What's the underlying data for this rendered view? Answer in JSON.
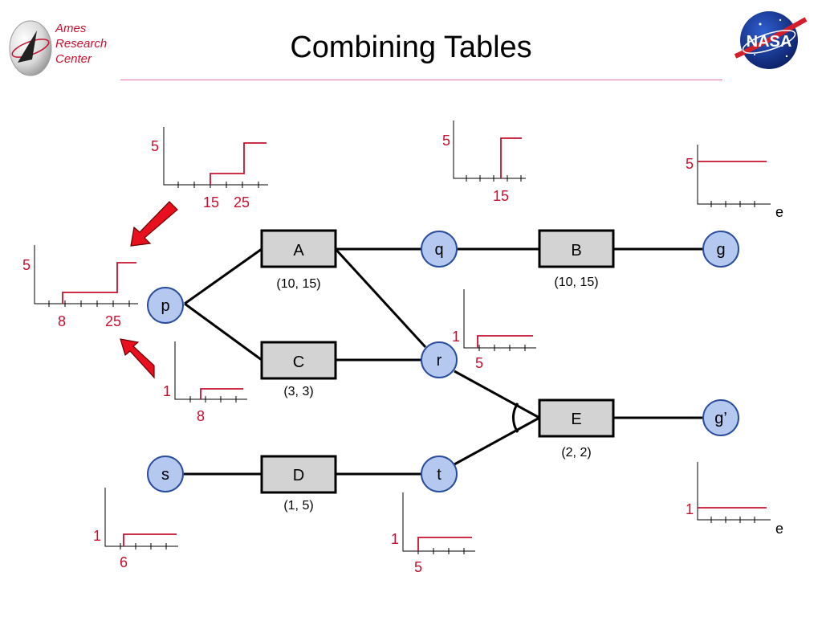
{
  "header": {
    "title": "Combining Tables",
    "ames_lines": [
      "Ames",
      "Research",
      "Center"
    ],
    "nasa_logo_text": "NASA"
  },
  "colors": {
    "accent_red": "#c8102e",
    "node_fill": "#b4c8f0",
    "node_stroke": "#2a4c9c",
    "box_fill": "#d3d3d3",
    "rule": "#e66fb0"
  },
  "nodes": [
    {
      "id": "p",
      "label": "p"
    },
    {
      "id": "q",
      "label": "q"
    },
    {
      "id": "r",
      "label": "r"
    },
    {
      "id": "s",
      "label": "s"
    },
    {
      "id": "t",
      "label": "t"
    },
    {
      "id": "g",
      "label": "g"
    },
    {
      "id": "g2",
      "label": "g’"
    }
  ],
  "actions": [
    {
      "id": "A",
      "label": "A",
      "params": "(10, 15)"
    },
    {
      "id": "B",
      "label": "B",
      "params": "(10, 15)"
    },
    {
      "id": "C",
      "label": "C",
      "params": "(3, 3)"
    },
    {
      "id": "D",
      "label": "D",
      "params": "(1, 5)"
    },
    {
      "id": "E",
      "label": "E",
      "params": "(2, 2)"
    }
  ],
  "edges": [
    [
      "p",
      "A"
    ],
    [
      "p",
      "C"
    ],
    [
      "A",
      "q"
    ],
    [
      "A",
      "r"
    ],
    [
      "q",
      "B"
    ],
    [
      "B",
      "g"
    ],
    [
      "C",
      "r"
    ],
    [
      "s",
      "D"
    ],
    [
      "D",
      "t"
    ],
    [
      "r",
      "E"
    ],
    [
      "t",
      "E"
    ],
    [
      "E",
      "g2"
    ]
  ],
  "tables": {
    "top_left": {
      "y_label": "5",
      "x_labels": [
        "15",
        "25"
      ]
    },
    "left": {
      "y_label": "5",
      "x_labels": [
        "8",
        "25"
      ]
    },
    "top_mid": {
      "y_label": "5",
      "x_labels": [
        "15"
      ]
    },
    "top_right": {
      "y_label": "5",
      "x_labels": [],
      "axis_label": "e"
    },
    "mid_small": {
      "y_label": "1",
      "x_labels": [
        "5"
      ]
    },
    "p_small": {
      "y_label": "1",
      "x_labels": [
        "8"
      ]
    },
    "bot_right": {
      "y_label": "1",
      "x_labels": [],
      "axis_label": "e"
    },
    "s_small": {
      "y_label": "1",
      "x_labels": [
        "6"
      ]
    },
    "t_small": {
      "y_label": "1",
      "x_labels": [
        "5"
      ]
    }
  }
}
